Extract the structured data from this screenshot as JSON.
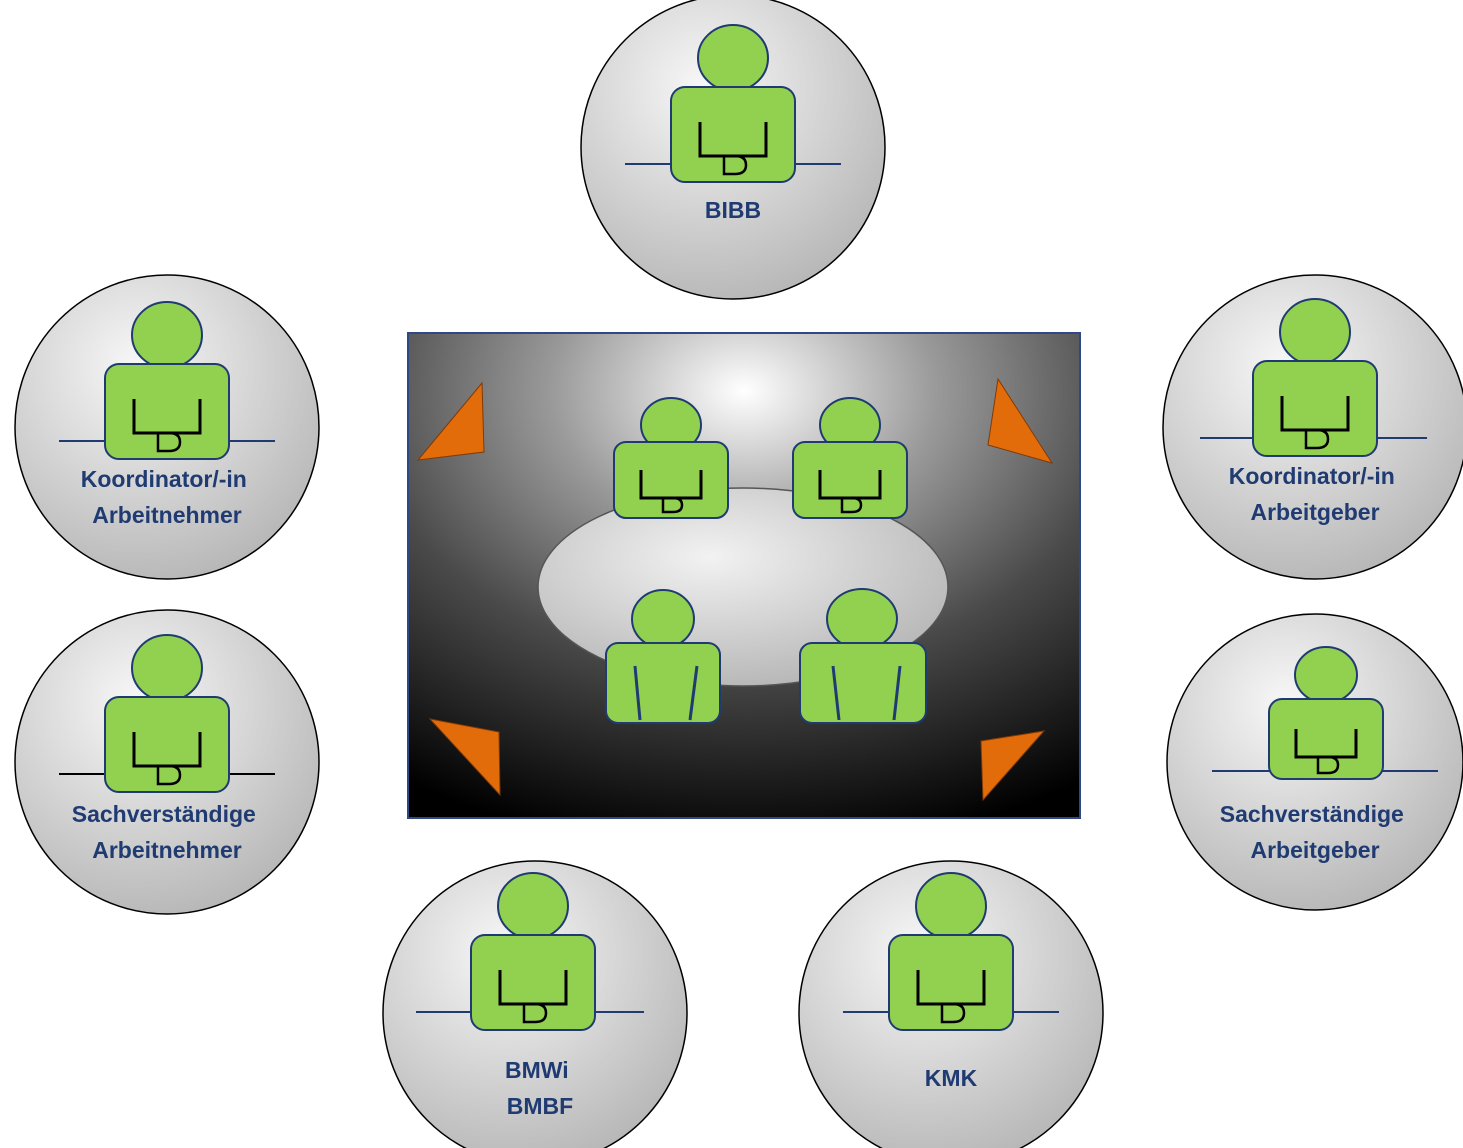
{
  "colors": {
    "person_fill": "#92d050",
    "person_stroke": "#1f3b72",
    "desk_line": "#1f3b72",
    "label_text": "#1f3b72",
    "circle_stroke": "#000000",
    "circle_light": "#f7f7f7",
    "circle_dark": "#b5b5b5",
    "room_border": "#2e4a86",
    "spotlight": "#e36c0a",
    "table_light": "#f2f2f2",
    "table_dark": "#b0b0b0"
  },
  "participants": [
    {
      "id": "bibb",
      "lines": [
        "BIBB"
      ]
    },
    {
      "id": "koordinator-arbeitnehmer",
      "lines": [
        "Koordinator/-in",
        "Arbeitnehmer"
      ]
    },
    {
      "id": "koordinator-arbeitgeber",
      "lines": [
        "Koordinator/-in",
        "Arbeitgeber"
      ]
    },
    {
      "id": "sachverstaendige-arbeitnehmer",
      "lines": [
        "Sachverständige",
        "Arbeitnehmer"
      ]
    },
    {
      "id": "sachverstaendige-arbeitgeber",
      "lines": [
        "Sachverständige",
        "Arbeitgeber"
      ]
    },
    {
      "id": "bmwi-bmbf",
      "lines": [
        "BMWi",
        "BMBF"
      ]
    },
    {
      "id": "kmk",
      "lines": [
        "KMK"
      ]
    }
  ],
  "meeting_room": {
    "icons": [
      "person-at-desk-icon",
      "person-at-desk-icon",
      "person-from-behind-icon",
      "person-from-behind-icon"
    ],
    "corner_icons": [
      "spotlight-icon",
      "spotlight-icon",
      "spotlight-icon",
      "spotlight-icon"
    ]
  }
}
